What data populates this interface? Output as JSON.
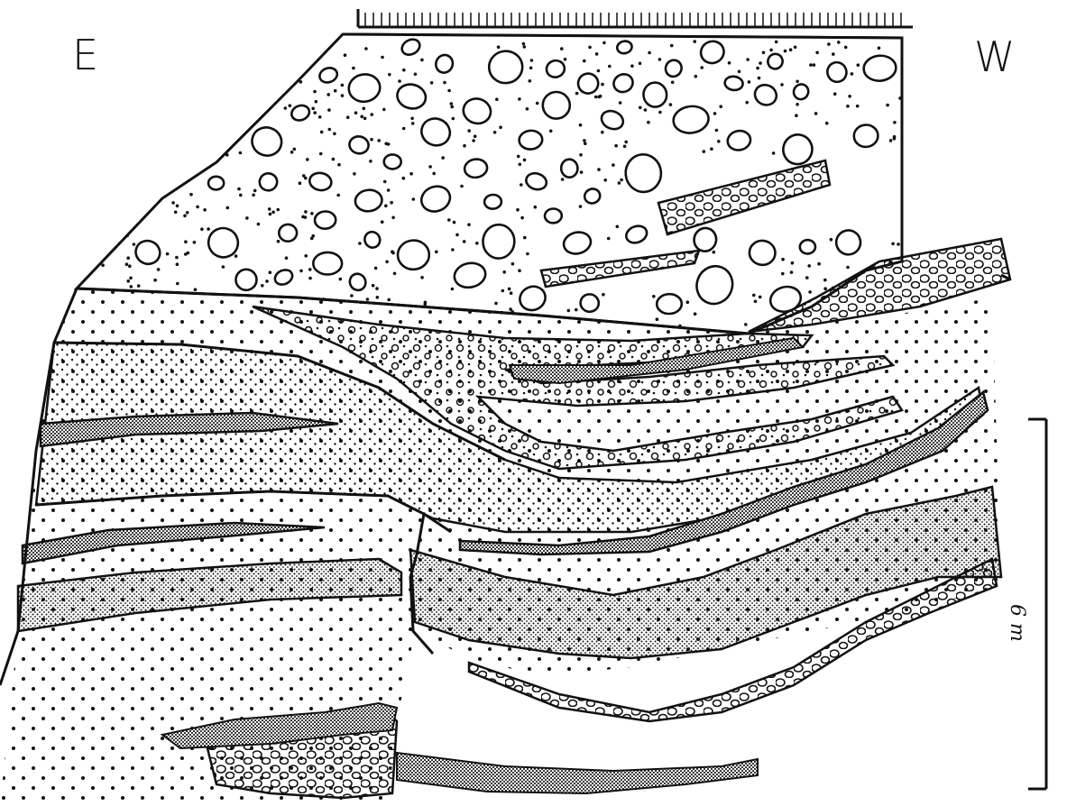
{
  "orientation": {
    "left": "E",
    "right": "W"
  },
  "scale_bar": {
    "label": "6 m"
  },
  "units": [
    {
      "id": "boulder-gravel",
      "pattern": "large-pebbles"
    },
    {
      "id": "pebble-lens-upper",
      "pattern": "small-pebbles"
    },
    {
      "id": "pebble-wedge-right",
      "pattern": "small-pebbles"
    },
    {
      "id": "gravelly-sand-channel",
      "pattern": "tiny-pebbles"
    },
    {
      "id": "coarse-sand",
      "pattern": "sparse-dots"
    },
    {
      "id": "fine-sand",
      "pattern": "dense-dots"
    },
    {
      "id": "silt-band",
      "pattern": "very-dense-dots"
    },
    {
      "id": "basal-gravel",
      "pattern": "small-pebbles"
    }
  ]
}
